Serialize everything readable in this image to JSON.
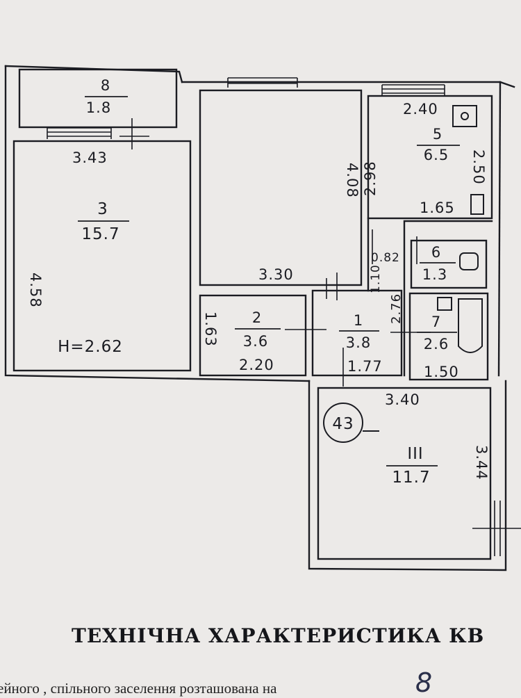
{
  "rooms": [
    {
      "id": "room-8",
      "number": "8",
      "area": "1.8"
    },
    {
      "id": "room-3",
      "number": "3",
      "area": "15.7",
      "height_note": "H=2.62"
    },
    {
      "id": "room-2",
      "number": "2",
      "area": "3.6"
    },
    {
      "id": "room-1",
      "number": "1",
      "area": "3.8"
    },
    {
      "id": "room-5",
      "number": "5",
      "area": "6.5"
    },
    {
      "id": "room-6",
      "number": "6",
      "area": "1.3"
    },
    {
      "id": "room-7",
      "number": "7",
      "area": "2.6"
    },
    {
      "id": "room-iii",
      "number": "III",
      "area": "11.7"
    }
  ],
  "dimensions": [
    {
      "id": "dim-room3-width",
      "value": "3.43"
    },
    {
      "id": "dim-room3-height",
      "value": "4.58"
    },
    {
      "id": "dim-bedroom-height",
      "value": "4.08"
    },
    {
      "id": "dim-bedroom-width",
      "value": "3.30"
    },
    {
      "id": "dim-room5-top",
      "value": "2.40"
    },
    {
      "id": "dim-room5-left",
      "value": "2.98"
    },
    {
      "id": "dim-room5-right",
      "value": "2.50"
    },
    {
      "id": "dim-room5-bottom",
      "value": "1.65"
    },
    {
      "id": "dim-room6-width",
      "value": "0.82"
    },
    {
      "id": "dim-corridor-a",
      "value": "1.10"
    },
    {
      "id": "dim-corridor-b",
      "value": "2.76"
    },
    {
      "id": "dim-room2-height",
      "value": "1.63"
    },
    {
      "id": "dim-room2-width",
      "value": "2.20"
    },
    {
      "id": "dim-room1-width",
      "value": "1.77"
    },
    {
      "id": "dim-room7-width",
      "value": "1.50"
    },
    {
      "id": "dim-roomiii-width",
      "value": "3.40"
    },
    {
      "id": "dim-roomiii-height",
      "value": "3.44"
    }
  ],
  "stamp": "43",
  "document": {
    "title": "ТЕХНІЧНА ХАРАКТЕРИСТИКА КВ",
    "line": "ейного , спільного заселення розташована на",
    "handwritten_floor": "8"
  },
  "colors": {
    "paper": "#eceae8",
    "ink": "#1b1c22"
  }
}
